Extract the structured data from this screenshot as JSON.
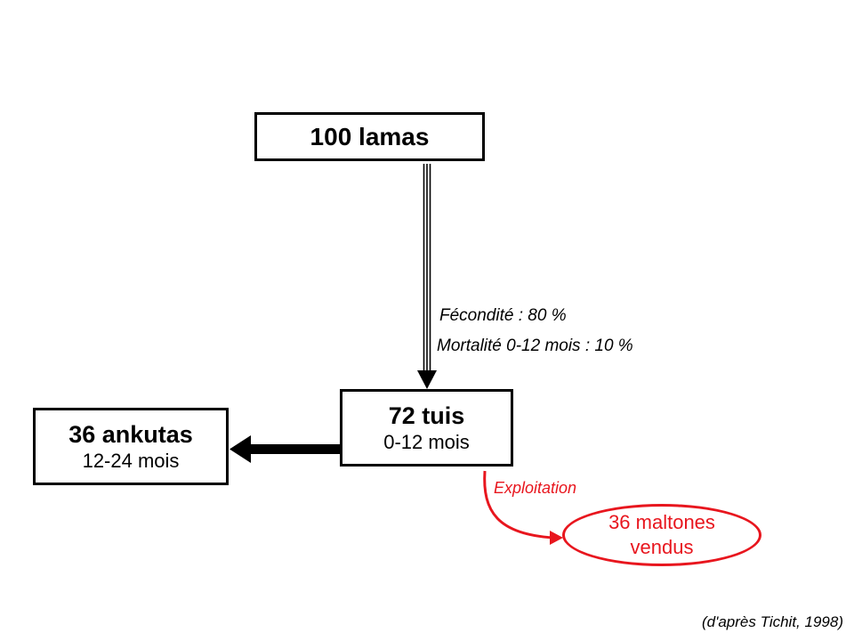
{
  "nodes": {
    "lamas": {
      "title": "100 lamas"
    },
    "tuis": {
      "title": "72 tuis",
      "subtitle": "0-12 mois"
    },
    "ankutas": {
      "title": "36 ankutas",
      "subtitle": "12-24 mois"
    },
    "maltones": {
      "label": "36 maltones\nvendus"
    }
  },
  "edge_labels": {
    "fecondite": "Fécondité :  80 %",
    "mortalite": "Mortalité 0-12 mois : 10 %",
    "exploitation": "Exploitation"
  },
  "source": "(d'après Tichit, 1998)",
  "colors": {
    "exploitation": "#e8161e",
    "primary": "#000000"
  }
}
